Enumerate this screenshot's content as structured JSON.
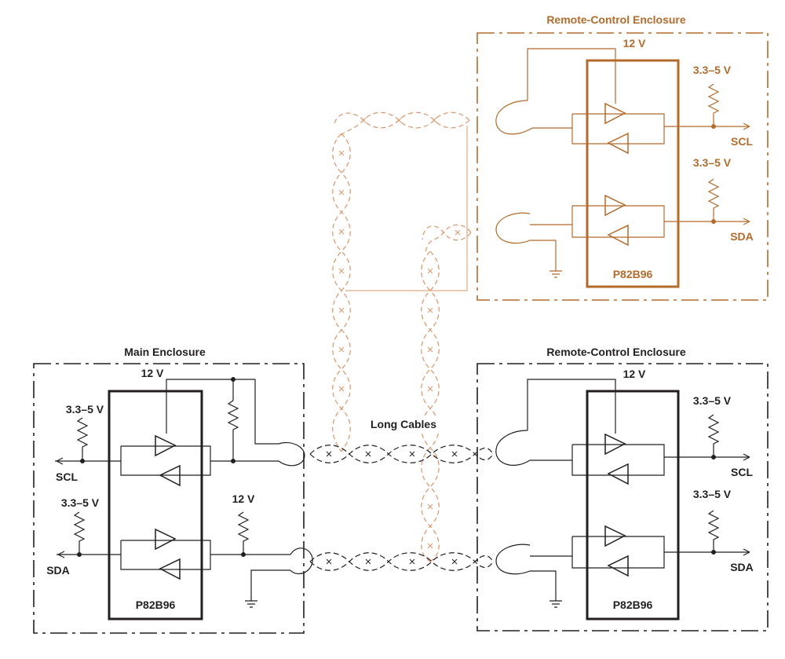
{
  "colors": {
    "ink": "#231f20",
    "accent": "#b36b2c",
    "cable_accent": "#d9956a"
  },
  "enclosures": {
    "main": {
      "title": "Main Enclosure",
      "supply_top": "12 V",
      "supply_right": "12 V",
      "pullup_scl": "3.3–5 V",
      "pullup_sda": "3.3–5 V",
      "scl": "SCL",
      "sda": "SDA",
      "chip": "P82B96"
    },
    "remote_bottom": {
      "title": "Remote-Control Enclosure",
      "supply": "12 V",
      "pullup_scl": "3.3–5 V",
      "pullup_sda": "3.3–5 V",
      "scl": "SCL",
      "sda": "SDA",
      "chip": "P82B96"
    },
    "remote_top": {
      "title": "Remote-Control Enclosure",
      "supply": "12 V",
      "pullup_scl": "3.3–5 V",
      "pullup_sda": "3.3–5 V",
      "scl": "SCL",
      "sda": "SDA",
      "chip": "P82B96"
    }
  },
  "cables": {
    "label": "Long Cables"
  }
}
